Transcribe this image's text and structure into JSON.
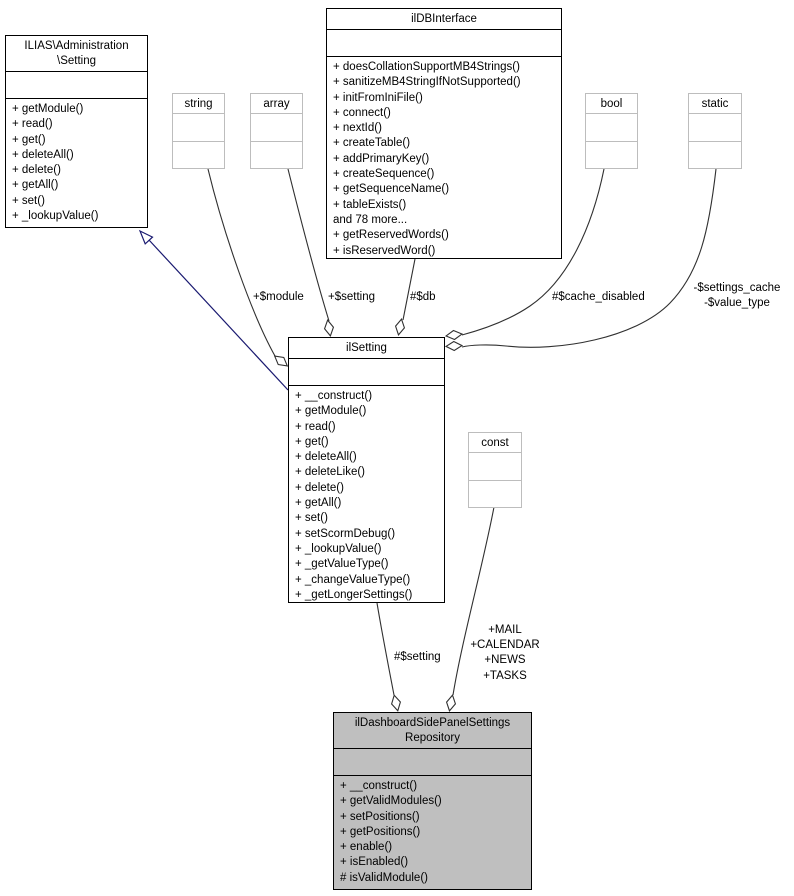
{
  "classes": {
    "ilias_setting": {
      "title_lines": [
        "ILIAS\\Administration",
        "\\Setting"
      ],
      "methods": [
        "+ getModule()",
        "+ read()",
        "+ get()",
        "+ deleteAll()",
        "+ delete()",
        "+ getAll()",
        "+ set()",
        "+ _lookupValue()"
      ]
    },
    "ildbinterface": {
      "title_lines": [
        "ilDBInterface"
      ],
      "methods": [
        "+ doesCollationSupportMB4Strings()",
        "+ sanitizeMB4StringIfNotSupported()",
        "+ initFromIniFile()",
        "+ connect()",
        "+ nextId()",
        "+ createTable()",
        "+ addPrimaryKey()",
        "+ createSequence()",
        "+ getSequenceName()",
        "+ tableExists()",
        "and 78 more...",
        "+ getReservedWords()",
        "+ isReservedWord()"
      ]
    },
    "ilsetting": {
      "title_lines": [
        "ilSetting"
      ],
      "methods": [
        "+ __construct()",
        "+ getModule()",
        "+ read()",
        "+ get()",
        "+ deleteAll()",
        "+ deleteLike()",
        "+ delete()",
        "+ getAll()",
        "+ set()",
        "+ setScormDebug()",
        "+ _lookupValue()",
        "+ _getValueType()",
        "+ _changeValueType()",
        "+ _getLongerSettings()"
      ]
    },
    "repository": {
      "title_lines": [
        "ilDashboardSidePanelSettings",
        "Repository"
      ],
      "methods": [
        "+ __construct()",
        "+ getValidModules()",
        "+ setPositions()",
        "+ getPositions()",
        "+ enable()",
        "+ isEnabled()",
        "# isValidModule()"
      ]
    },
    "type_string": {
      "title": "string"
    },
    "type_array": {
      "title": "array"
    },
    "type_bool": {
      "title": "bool"
    },
    "type_static": {
      "title": "static"
    },
    "type_const": {
      "title": "const"
    }
  },
  "edge_labels": {
    "module": "+$module",
    "setting": "+$setting",
    "db": "#$db",
    "cache_disabled": "#$cache_disabled",
    "settings_cache_lines": [
      "-$settings_cache",
      "-$value_type"
    ],
    "setting2": "#$setting",
    "const_lines": [
      "+MAIL",
      "+CALENDAR",
      "+NEWS",
      "+TASKS"
    ]
  },
  "colors": {
    "inheritance_edge": "#191970",
    "usage_edge": "#303030",
    "highlight_fill": "#bfbfbf",
    "type_box_border": "#bdbdbd"
  }
}
